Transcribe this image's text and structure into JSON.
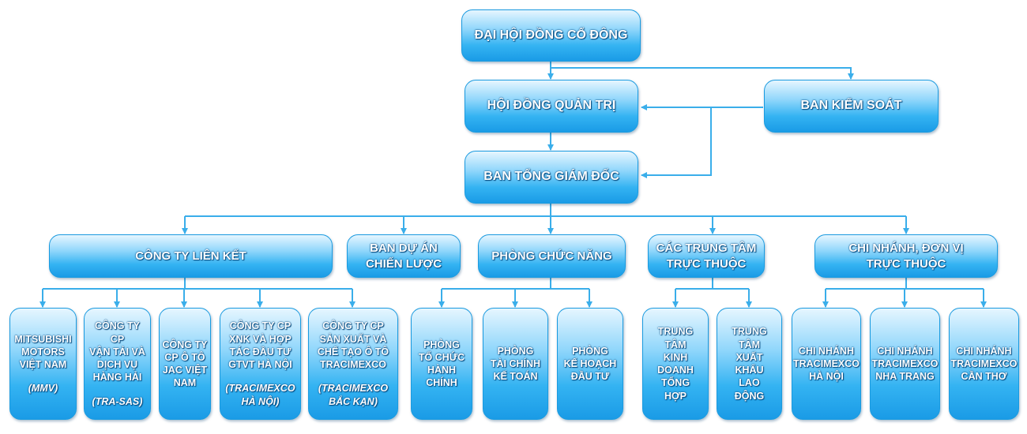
{
  "top": {
    "shareholders": "ĐẠI HỘI ĐỒNG CỔ ĐÔNG",
    "board": "HỘI ĐỒNG QUẢN TRỊ",
    "supervisory": "BAN KIỂM SOÁT",
    "management": "BAN TỔNG GIÁM ĐỐC"
  },
  "level2": {
    "affiliates": "CÔNG TY LIÊN KẾT",
    "strategic_projects": "BAN DỰ ÁN\nCHIẾN LƯỢC",
    "functional_dept": "PHÒNG CHỨC NĂNG",
    "centers": "CÁC TRUNG TÂM\nTRỰC THUỘC",
    "branches": "CHI NHÁNH, ĐƠN VỊ\nTRỰC THUỘC"
  },
  "affiliate_units": [
    {
      "name": "MITSUBISHI\nMOTORS\nVIỆT NAM",
      "abbr": "(MMV)"
    },
    {
      "name": "CÔNG TY CP\nVẬN TẢI VÀ\nDỊCH VỤ\nHÀNG HẢI",
      "abbr": "(TRA-SAS)"
    },
    {
      "name": "CÔNG TY\nCP Ô TÔ\nJAC VIỆT\nNAM",
      "abbr": ""
    },
    {
      "name": "CÔNG TY CP\nXNK VÀ HỢP\nTÁC ĐẦU TƯ\nGTVT HÀ NỘI",
      "abbr": "(TRACIMEXCO\nHÀ NỘI)"
    },
    {
      "name": "CÔNG TY CP\nSẢN XUẤT VÀ\nCHẾ TẠO Ô TÔ\nTRACIMEXCO",
      "abbr": "(TRACIMEXCO\nBẮC KẠN)"
    }
  ],
  "departments": [
    "PHÒNG\nTỔ CHỨC\nHÀNH\nCHÍNH",
    "PHÒNG\nTÀI CHÍNH\nKẾ TOÁN",
    "PHÒNG\nKẾ HOẠCH\nĐẦU TƯ"
  ],
  "centers": [
    "TRUNG\nTÂM\nKINH\nDOANH\nTỔNG\nHỢP",
    "TRUNG\nTÂM\nXUẤT\nKHẨU\nLAO\nĐỘNG"
  ],
  "branches": [
    "CHI NHÁNH\nTRACIMEXCO\nHÀ NỘI",
    "CHI NHÁNH\nTRACIMEXCO\nNHA TRANG",
    "CHI NHÁNH\nTRACIMEXCO\nCẦN THƠ"
  ],
  "colors": {
    "line": "#3aaeea",
    "box_border": "#1a9be0",
    "box_fill_top": "#e6f6ff",
    "box_fill_bottom": "#1a9be6"
  }
}
